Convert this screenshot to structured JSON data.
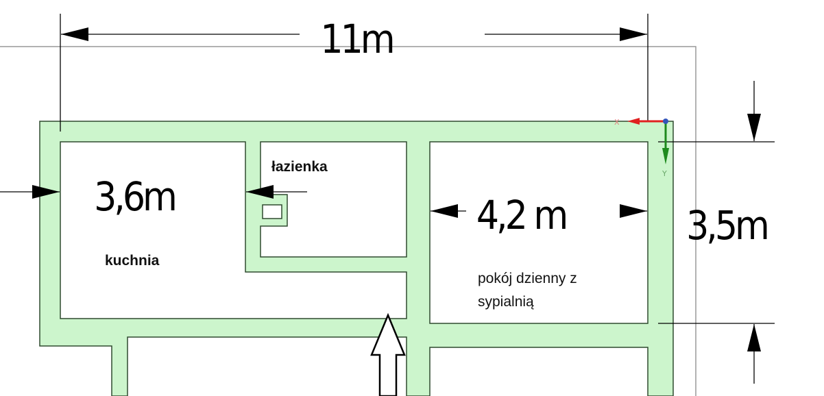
{
  "dimensions": {
    "width": "11m",
    "height": "3,5m",
    "kitchen": "3,6m",
    "living_room": "4,2 m"
  },
  "rooms": {
    "kitchen": "kuchnia",
    "bathroom": "łazienka",
    "living_line1": "pokój dzienny z",
    "living_line2": "sypialnią"
  },
  "axes": {
    "x": "X",
    "y": "Y"
  },
  "colors": {
    "wall": "#ccf5cc",
    "outline": "#2e4a2e",
    "x_axis": "#e02020",
    "y_axis": "#1e8a1e",
    "origin": "#3355bb"
  }
}
